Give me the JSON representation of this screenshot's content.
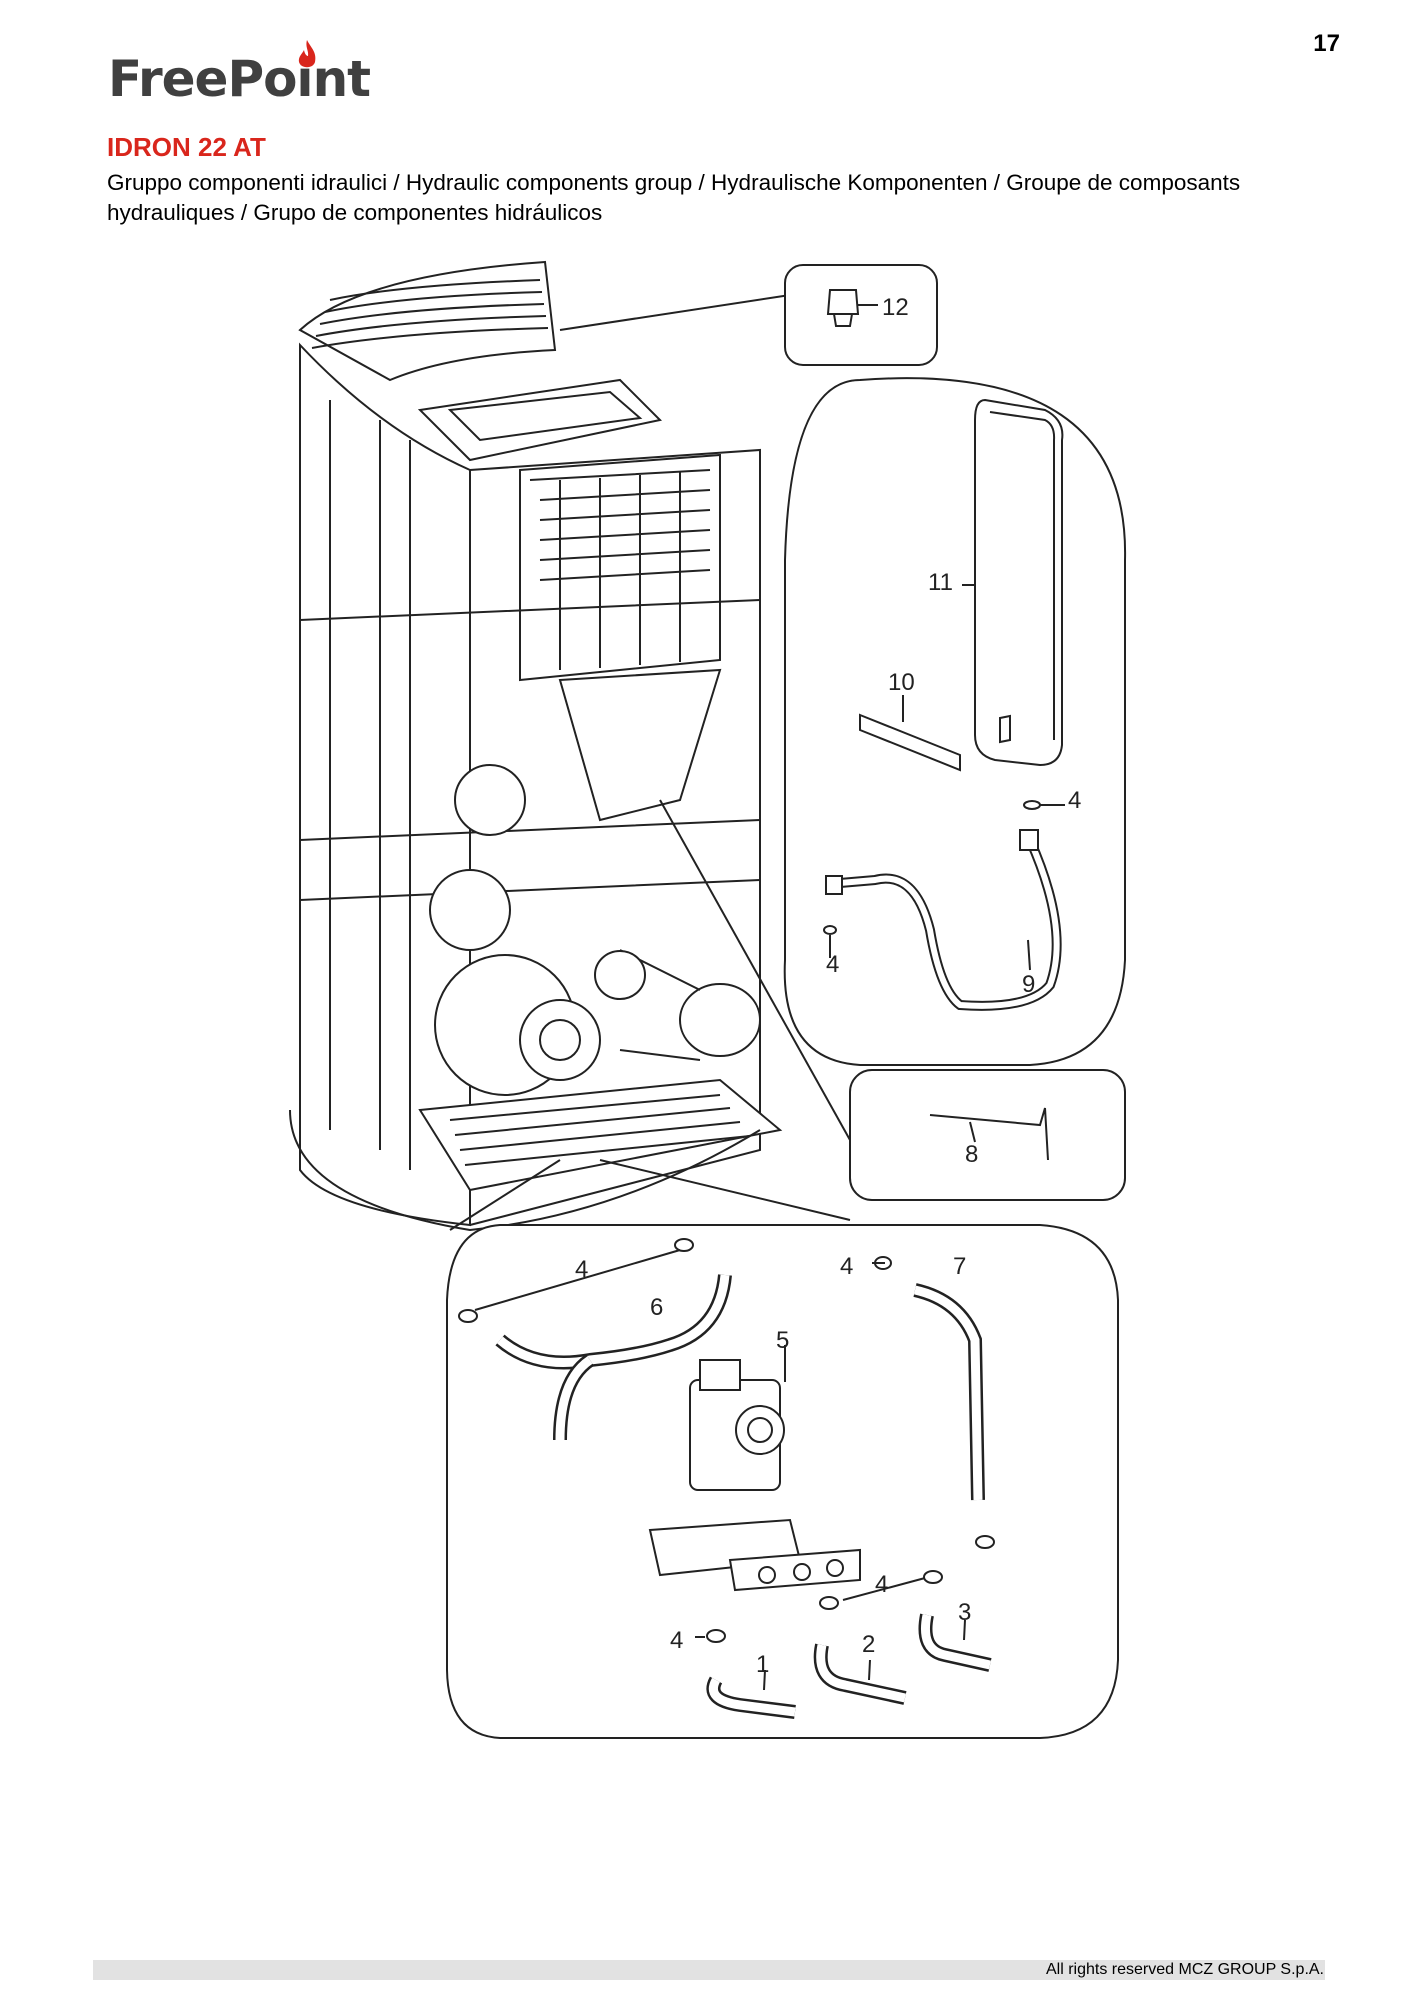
{
  "header": {
    "page_number": "17",
    "brand": "FreePoint"
  },
  "title": {
    "model": "IDRON 22 AT",
    "subtitle": "Gruppo componenti idraulici / Hydraulic components group / Hydraulische Komponenten  / Groupe de composants hydrauliques / Grupo de componentes hidráulicos"
  },
  "diagram": {
    "callouts": [
      "1",
      "2",
      "3",
      "4",
      "4",
      "4",
      "4",
      "4",
      "4",
      "5",
      "6",
      "7",
      "8",
      "9",
      "10",
      "11",
      "12"
    ]
  },
  "footer": {
    "copyright": "All rights reserved MCZ GROUP S.p.A."
  }
}
